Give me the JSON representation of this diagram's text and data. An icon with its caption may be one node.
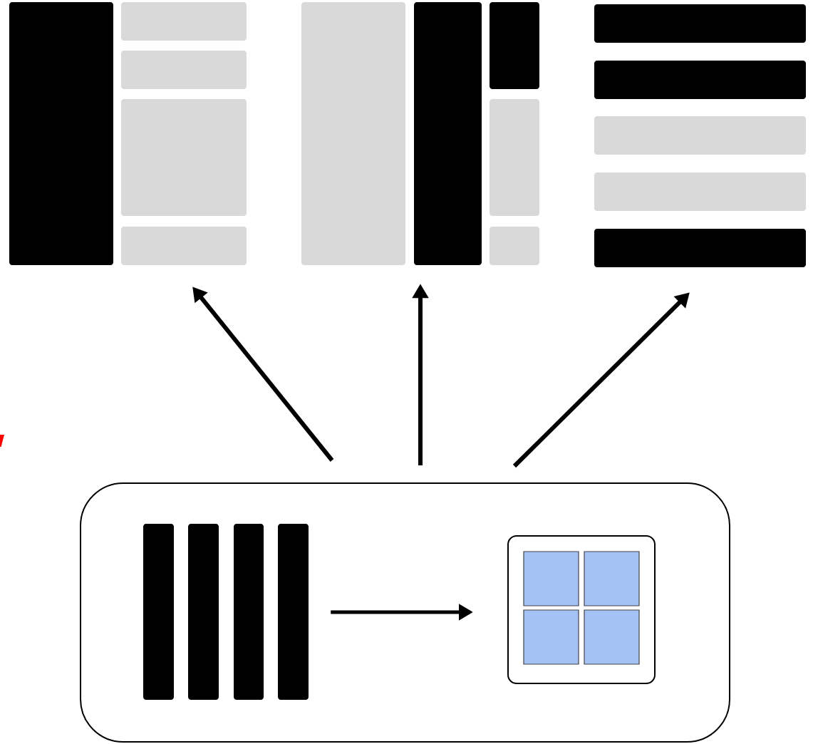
{
  "diagram": {
    "nodes": [
      {
        "text": [],
        "shape": "picture"
      },
      {
        "text": [],
        "shape": "picture"
      },
      {
        "text": [],
        "shape": "picture"
      },
      {
        "text": [],
        "shape": "box"
      },
      {
        "text": [],
        "shape": "picture",
        "in": 3
      },
      {
        "text": [],
        "shape": "box",
        "in": 3
      }
    ],
    "edges": [
      {
        "from": 3,
        "to": 0,
        "arrow": "to"
      },
      {
        "from": 3,
        "to": 1,
        "arrow": "to"
      },
      {
        "from": 3,
        "to": 2,
        "arrow": "to"
      },
      {
        "from": 4,
        "to": 5,
        "arrow": "to"
      }
    ]
  }
}
